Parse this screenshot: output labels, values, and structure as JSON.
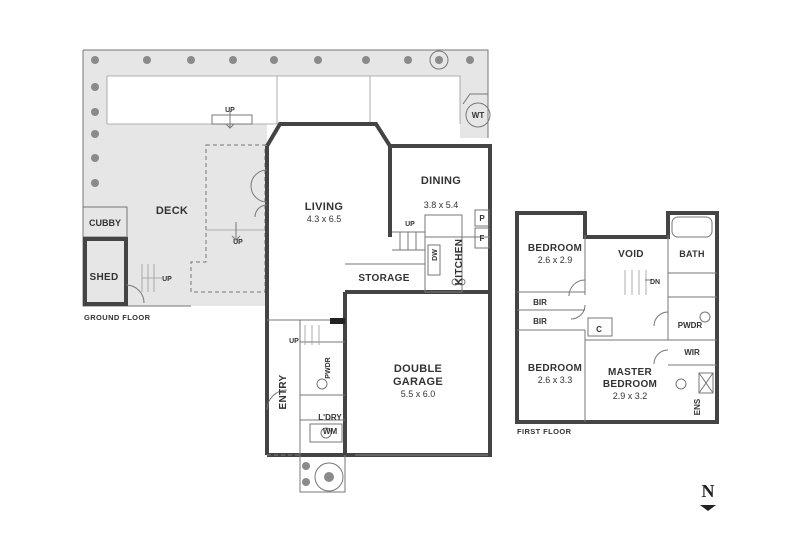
{
  "plans": {
    "ground": {
      "caption": "GROUND FLOOR",
      "rooms": {
        "living": {
          "name": "LIVING",
          "dim": "4.3 x 6.5"
        },
        "dining": {
          "name": "DINING",
          "dim": "3.8 x 5.4"
        },
        "deck": {
          "name": "DECK"
        },
        "cubby": {
          "name": "CUBBY"
        },
        "shed": {
          "name": "SHED"
        },
        "storage": {
          "name": "STORAGE"
        },
        "kitchen": {
          "name": "KITCHEN"
        },
        "garage": {
          "name": "DOUBLE",
          "name2": "GARAGE",
          "dim": "5.5 x 6.0"
        },
        "entry": {
          "name": "ENTRY"
        },
        "pwdr": {
          "name": "PWDR"
        },
        "ldry": {
          "name": "L'DRY"
        },
        "wm": {
          "name": "WM"
        },
        "wt": {
          "name": "WT"
        },
        "dw": {
          "name": "DW"
        },
        "p": {
          "name": "P"
        },
        "f": {
          "name": "F"
        }
      },
      "stairs": {
        "deck_up": "UP",
        "deck_up2": "UP",
        "shed_up": "UP",
        "kitchen_up": "UP",
        "entry_up": "UP"
      }
    },
    "first": {
      "caption": "FIRST FLOOR",
      "rooms": {
        "bedroom1": {
          "name": "BEDROOM",
          "dim": "2.6 x 2.9"
        },
        "void": {
          "name": "VOID",
          "stair": "DN"
        },
        "bath": {
          "name": "BATH"
        },
        "bir1": {
          "name": "BIR"
        },
        "bir2": {
          "name": "BIR"
        },
        "c": {
          "name": "C"
        },
        "pwdr": {
          "name": "PWDR"
        },
        "wir": {
          "name": "WIR"
        },
        "bedroom2": {
          "name": "BEDROOM",
          "dim": "2.6 x 3.3"
        },
        "master": {
          "name": "MASTER",
          "name2": "BEDROOM",
          "dim": "2.9 x 3.2"
        },
        "ens": {
          "name": "ENS"
        }
      }
    },
    "north": {
      "label": "N"
    }
  }
}
